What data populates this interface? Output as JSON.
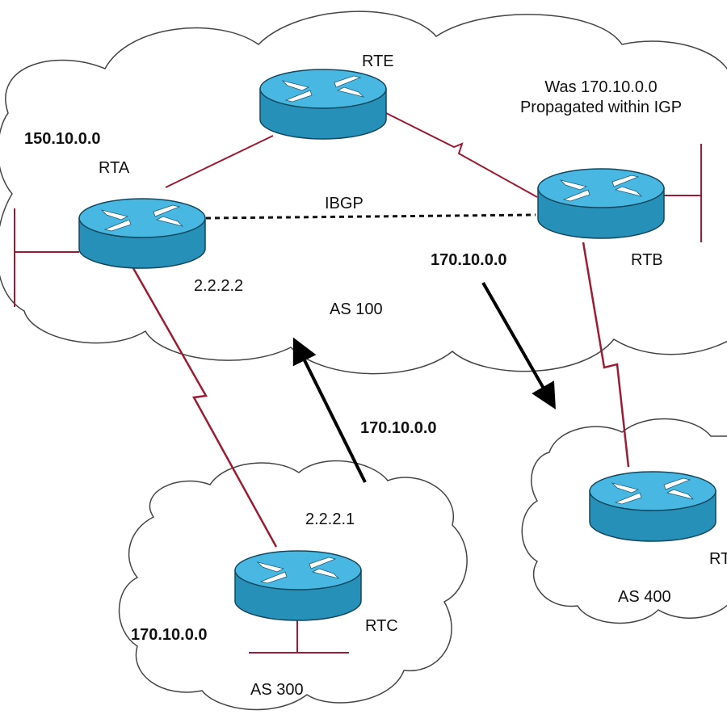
{
  "colors": {
    "link": "#9c1b33",
    "ibgp": "#111111",
    "arrow": "#000000",
    "router_body": "#2a9ac0",
    "router_top": "#3ab4de",
    "cloud_stroke": "#444444"
  },
  "routers": {
    "rte": "RTE",
    "rta": "RTA",
    "rtb": "RTB",
    "rtc": "RTC",
    "rtd_partial": "RT"
  },
  "as_labels": {
    "as100": "AS 100",
    "as300": "AS 300",
    "as400": "AS 400"
  },
  "links": {
    "ibgp": "IBGP"
  },
  "addresses": {
    "rta_ip": "2.2.2.2",
    "rtc_ip": "2.2.2.1"
  },
  "networks": {
    "as100_net": "150.10.0.0",
    "rtb_net": "170.10.0.0",
    "advert_net": "170.10.0.0",
    "rtc_net": "170.10.0.0"
  },
  "note": {
    "line1": "Was 170.10.0.0",
    "line2": "Propagated within IGP"
  },
  "icons": [
    "router-icon",
    "cloud-icon",
    "serial-link-icon",
    "arrow-icon"
  ]
}
